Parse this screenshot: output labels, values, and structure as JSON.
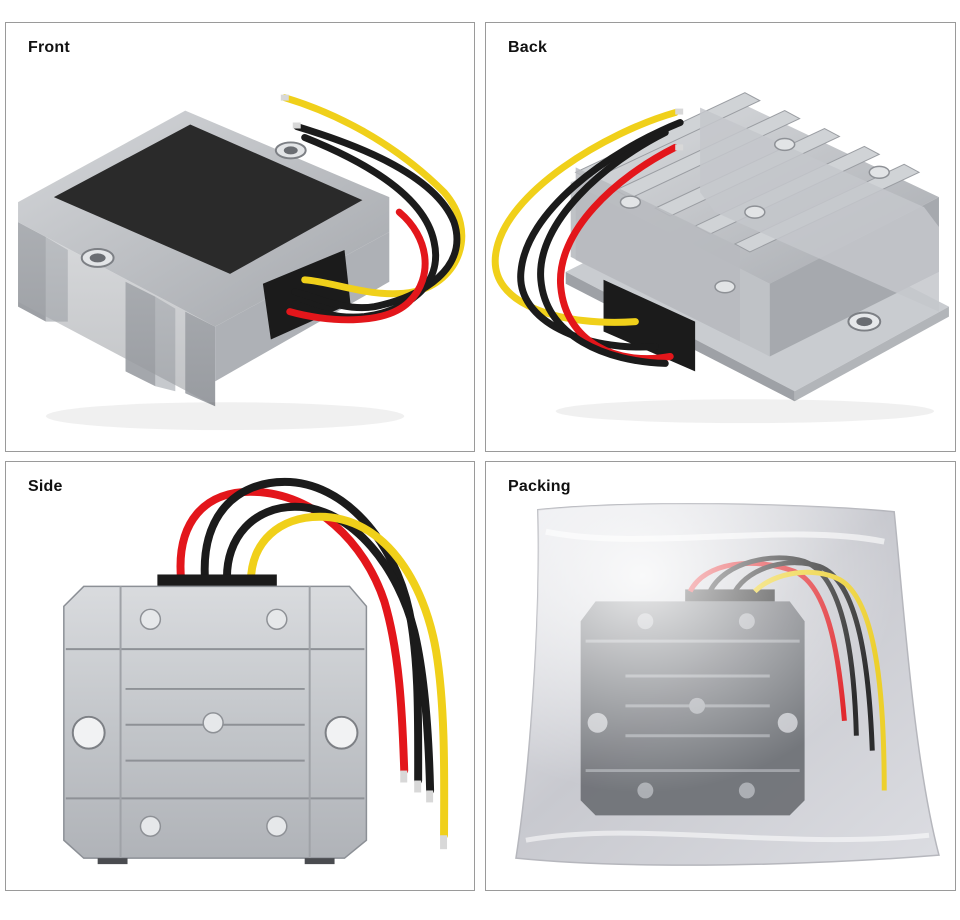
{
  "panels": [
    {
      "label": "Front",
      "photo_icon": "converter-front-photo"
    },
    {
      "label": "Back",
      "photo_icon": "converter-back-photo"
    },
    {
      "label": "Side",
      "photo_icon": "converter-side-photo"
    },
    {
      "label": "Packing",
      "photo_icon": "converter-in-bag-photo"
    }
  ],
  "colors": {
    "aluminum": "#b9bcc0",
    "aluminum_dark": "#8c9096",
    "black_top": "#2b2b2b",
    "wire_red": "#e3161b",
    "wire_yellow": "#f2d31a",
    "wire_black": "#1c1c1c",
    "panel_border": "#9a9a9a"
  }
}
